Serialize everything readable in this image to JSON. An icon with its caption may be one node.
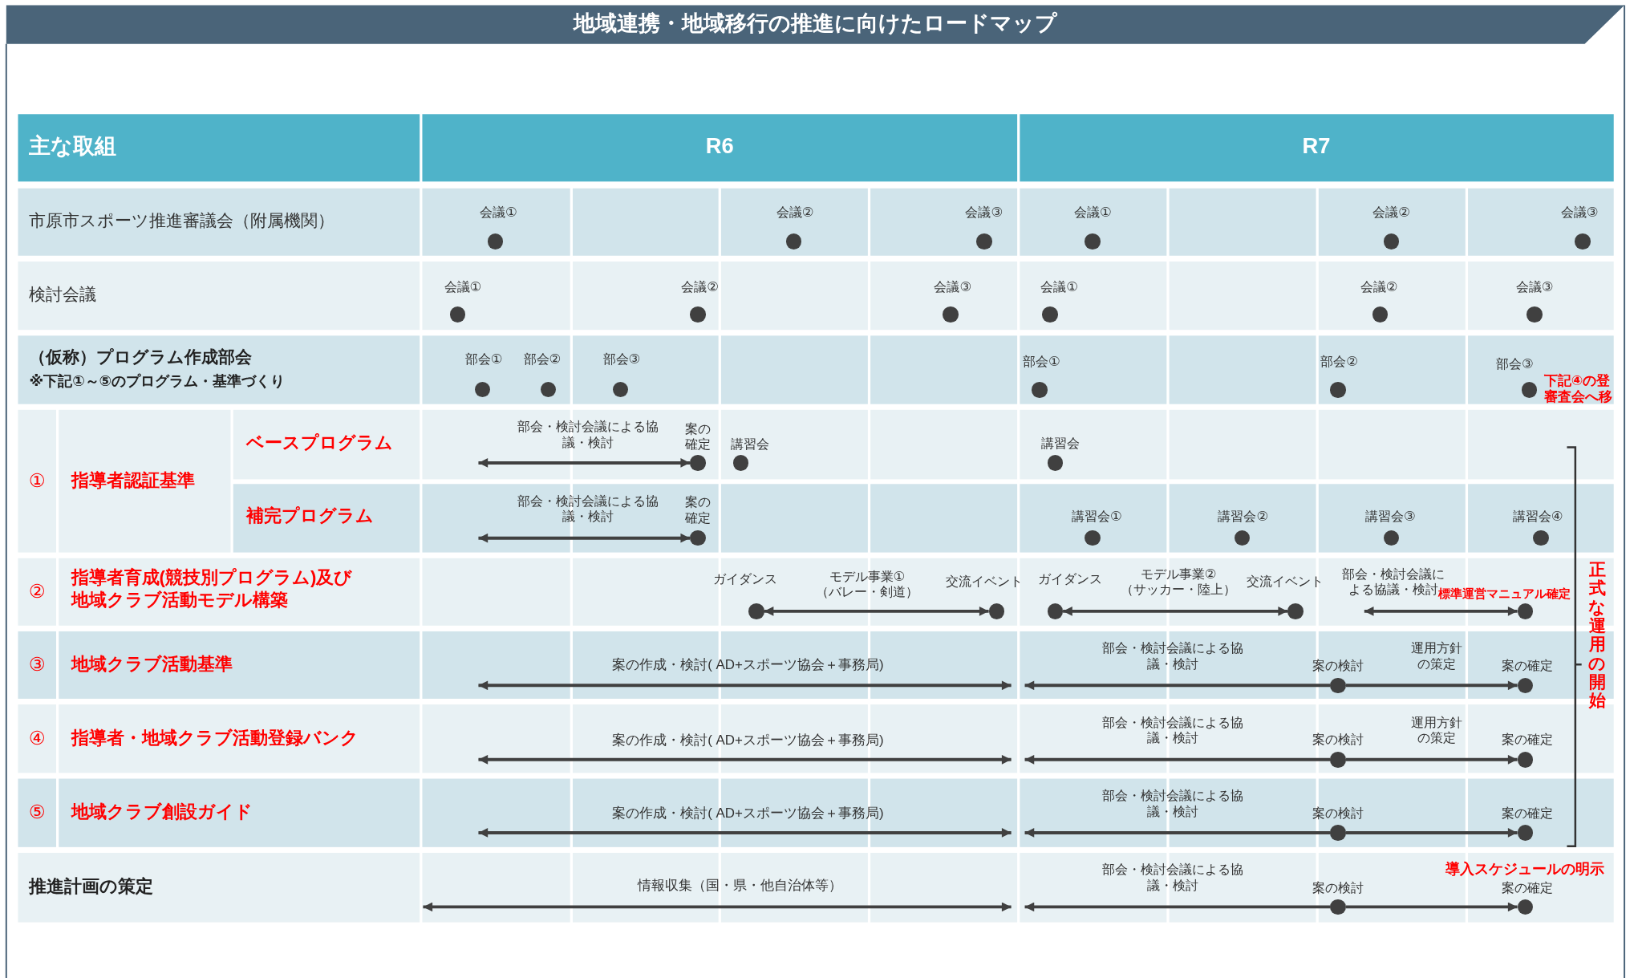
{
  "diagram": {
    "title": "地域連携・地域移行の推進に向けたロードマップ",
    "nodes": [
      {
        "text": [
          "会議①"
        ]
      },
      {
        "text": [
          "会議②"
        ]
      },
      {
        "text": [
          "会議③"
        ]
      },
      {
        "text": [
          "会議①"
        ]
      },
      {
        "text": [
          "会議②"
        ]
      },
      {
        "text": [
          "会議③"
        ]
      },
      {
        "text": [
          "会議①"
        ]
      },
      {
        "text": [
          "会議②"
        ]
      },
      {
        "text": [
          "会議③"
        ]
      },
      {
        "text": [
          "会議①"
        ]
      },
      {
        "text": [
          "会議②"
        ]
      },
      {
        "text": [
          "会議③"
        ]
      },
      {
        "text": [
          "部会①"
        ]
      },
      {
        "text": [
          "部会②"
        ]
      },
      {
        "text": [
          "部会③"
        ]
      },
      {
        "text": [
          "部会①"
        ]
      },
      {
        "text": [
          "部会②"
        ]
      },
      {
        "text": [
          "部会③"
        ],
        "beside": [
          "下記④の登審査会へ移"
        ]
      },
      {
        "text": [
          "案の確定"
        ]
      },
      {
        "text": [
          "講習会"
        ]
      },
      {
        "text": [
          "講習会"
        ]
      },
      {
        "text": [
          "案の確定"
        ]
      },
      {
        "text": [
          "講習会①"
        ]
      },
      {
        "text": [
          "講習会②"
        ]
      },
      {
        "text": [
          "講習会③"
        ]
      },
      {
        "text": [
          "講習会④"
        ]
      },
      {
        "text": [
          "ガイダンス"
        ]
      },
      {
        "text": [
          "交流イベント"
        ]
      },
      {
        "text": [
          "ガイダンス"
        ]
      },
      {
        "text": [
          "交流イベント"
        ]
      },
      {
        "text": [
          "標準運営マニュアル確定"
        ]
      },
      {
        "text": [
          "案の検討"
        ]
      },
      {
        "text": [
          "案の確定"
        ]
      },
      {
        "text": [
          "案の検討"
        ]
      },
      {
        "text": [
          "案の確定"
        ]
      },
      {
        "text": [
          "案の検討"
        ]
      },
      {
        "text": [
          "案の確定"
        ]
      },
      {
        "text": [
          "案の検討"
        ]
      },
      {
        "text": [
          "案の確定"
        ],
        "beside": [
          "導入スケジュールの明示"
        ]
      }
    ],
    "edges": [
      {
        "from": null,
        "to": 18,
        "arrow": "both",
        "label": "部会・検討会議による協議・検討"
      },
      {
        "from": null,
        "to": 21,
        "arrow": "both",
        "label": "部会・検討会議による協議・検討"
      },
      {
        "from": 26,
        "to": 27,
        "arrow": "both",
        "label": "モデル事業①（バレー・剣道）"
      },
      {
        "from": 28,
        "to": 29,
        "arrow": "both",
        "label": "モデル事業②（サッカー・陸上）"
      },
      {
        "from": null,
        "to": 30,
        "arrow": "both",
        "label": "部会・検討会議による協議・検討"
      },
      {
        "from": 31,
        "to": null,
        "arrow": "to",
        "label": "部会・検討会議による協議・検討"
      },
      {
        "from": 31,
        "to": 32,
        "arrow": "to",
        "label": "運用方針の策定"
      },
      {
        "from": 33,
        "to": null,
        "arrow": "to",
        "label": "部会・検討会議による協議・検討"
      },
      {
        "from": 33,
        "to": 34,
        "arrow": "to",
        "label": "運用方針の策定"
      },
      {
        "from": 35,
        "to": null,
        "arrow": "to",
        "label": "部会・検討会議による協議・検討"
      },
      {
        "from": 35,
        "to": 36,
        "arrow": "to"
      },
      {
        "from": 37,
        "to": null,
        "arrow": "to",
        "label": "部会・検討会議による協議・検討"
      },
      {
        "from": 37,
        "to": 38,
        "arrow": "to"
      }
    ],
    "labels": [
      "主な取組",
      "R6",
      "R7",
      "市原市スポーツ推進審議会（附属機関）",
      "検討会議",
      "（仮称）プログラム作成部会",
      "※下記①～⑤のプログラム・基準づくり",
      "①",
      "指導者認証基準",
      "ベースプログラム",
      "補完プログラム",
      "②",
      "指導者育成(競技別プログラム)及び地域クラブ活動モデル構築",
      "③",
      "地域クラブ活動基準",
      "案の作成・検討( AD+スポーツ協会＋事務局)",
      "正式な運用の開始",
      "④",
      "指導者・地域クラブ活動登録バンク",
      "案の作成・検討( AD+スポーツ協会＋事務局)",
      "⑤",
      "地域クラブ創設ガイド",
      "案の作成・検討( AD+スポーツ協会＋事務局)",
      "推進計画の策定",
      "情報収集（国・県・他自治体等）"
    ]
  }
}
